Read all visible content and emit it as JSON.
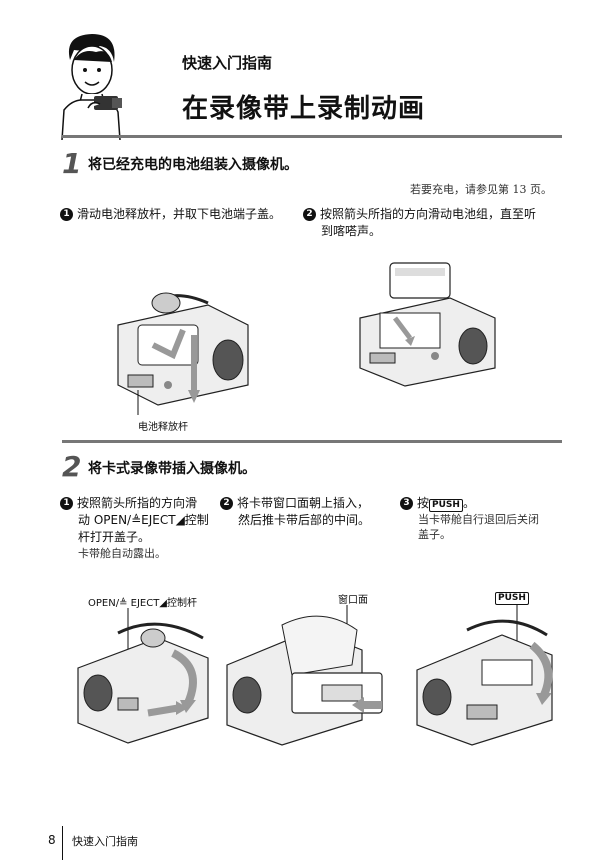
{
  "header": {
    "section": "快速入门指南",
    "title": "在录像带上录制动画"
  },
  "step1": {
    "number": "1",
    "text": "将已经充电的电池组装入摄像机。",
    "note": "若要充电，请参见第 13 页。",
    "instructions": [
      {
        "num": "1",
        "text": "滑动电池释放杆，并取下电池端子盖。"
      },
      {
        "num": "2",
        "text_line1": "按照箭头所指的方向滑动电池组，直至听",
        "text_line2": "到喀嗒声。"
      }
    ],
    "callout": "电池释放杆"
  },
  "step2": {
    "number": "2",
    "text": "将卡式录像带插入摄像机。",
    "instructions": [
      {
        "num": "1",
        "line1": "按照箭头所指的方向滑",
        "line2": "动 OPEN/≜EJECT◢控制",
        "line3": "杆打开盖子。",
        "sub": "卡带舱自动露出。"
      },
      {
        "num": "2",
        "line1": "将卡带窗口面朝上插入，",
        "line2": "然后推卡带后部的中间。"
      },
      {
        "num": "3",
        "prefix": "按",
        "button": "PUSH",
        "suffix": "。",
        "sub1": "当卡带舱自行退回后关闭",
        "sub2": "盖子。"
      }
    ],
    "callouts": {
      "open_eject": "OPEN/≜ EJECT◢控制杆",
      "window": "窗口面",
      "push": "PUSH"
    }
  },
  "footer": {
    "page": "8",
    "section": "快速入门指南"
  }
}
